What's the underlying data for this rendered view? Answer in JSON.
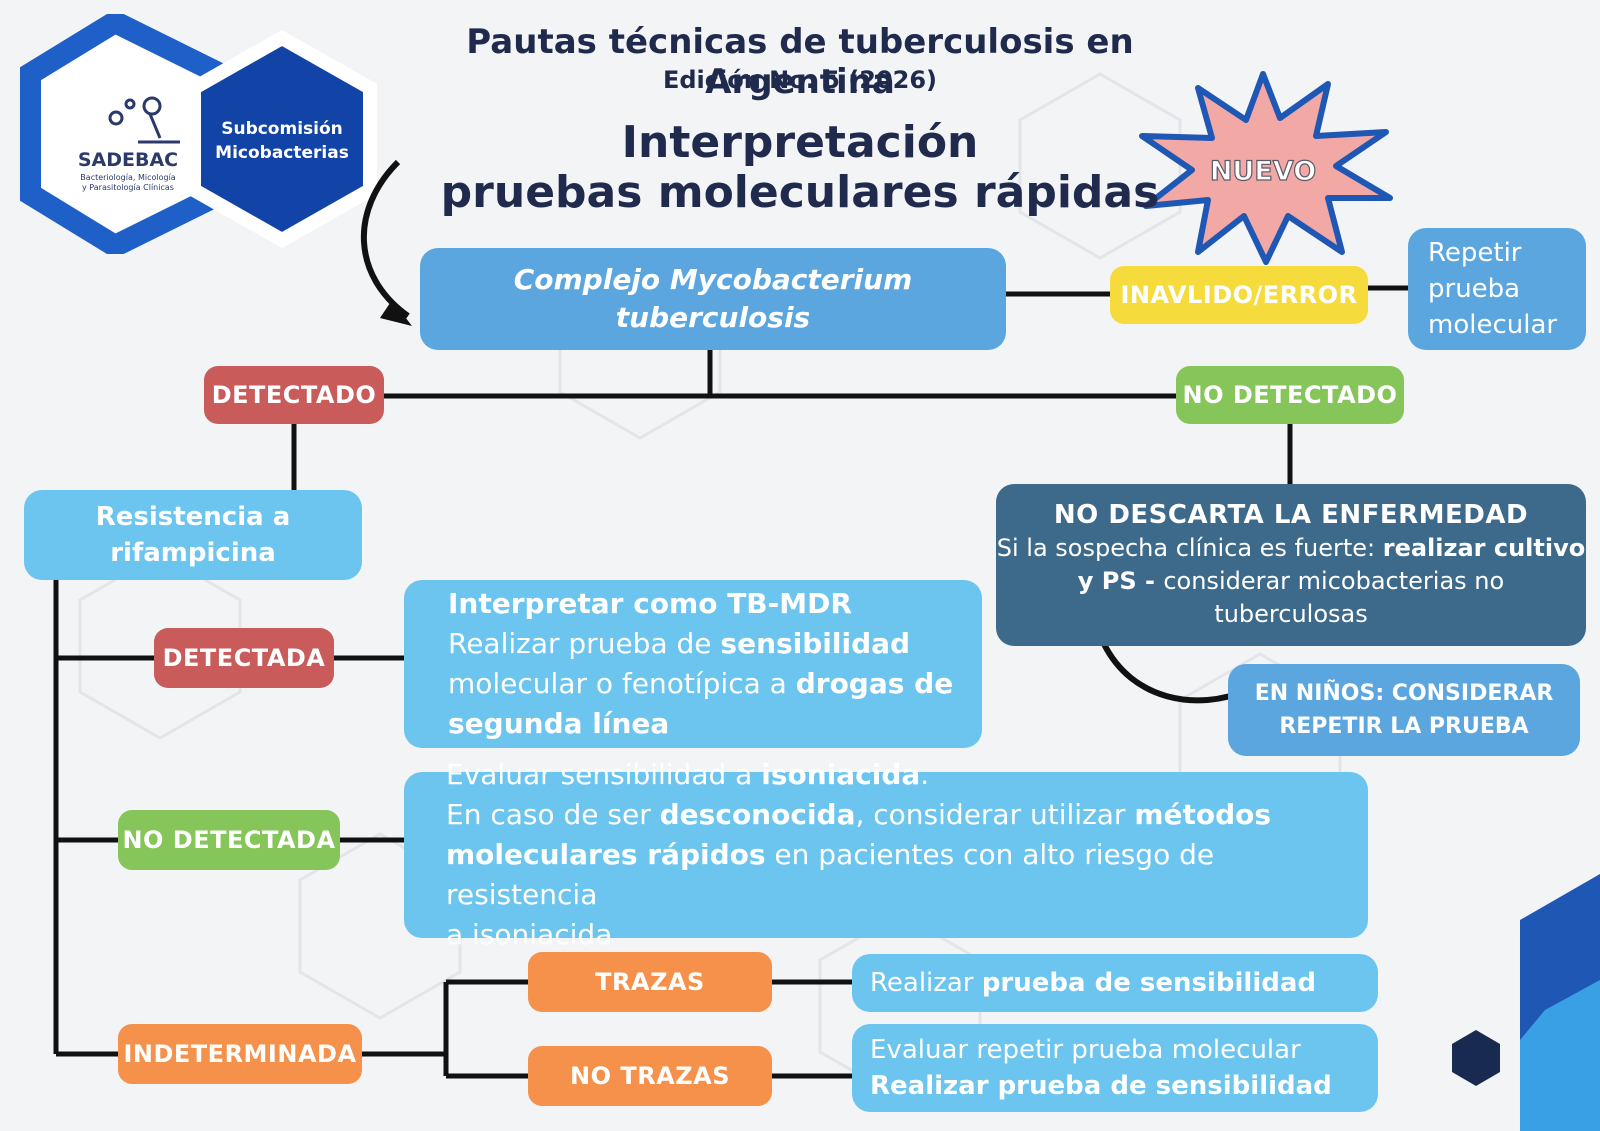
{
  "header": {
    "title": "Pautas técnicas de tuberculosis en Argentina",
    "edition": "Edición No. 5 (2026)",
    "heading_line1": "Interpretación",
    "heading_line2": "pruebas moleculares rápidas",
    "new_badge": "NUEVO"
  },
  "logos": {
    "sadebac_name": "SADEBAC",
    "sadebac_caption1": "Bacteriología, Micología",
    "sadebac_caption2": "y Parasitología Clínicas",
    "subcommission_line1": "Subcomisión",
    "subcommission_line2": "Micobacterias"
  },
  "root": {
    "line1": "Complejo Mycobacterium",
    "line2": "tuberculosis"
  },
  "invalid": {
    "label": "INAVLIDO/ERROR",
    "action_line1": "Repetir",
    "action_line2": "prueba",
    "action_line3": "molecular"
  },
  "detected": {
    "label": "DETECTADO",
    "rif_line1": "Resistencia a",
    "rif_line2": "rifampicina",
    "branches": {
      "detectada": {
        "label": "DETECTADA",
        "line1": "Interpretar como TB-MDR",
        "line2_a": "Realizar prueba de ",
        "line2_b": "sensibilidad",
        "line3_a": "molecular o fenotípica a ",
        "line3_b": "drogas de",
        "line4": "segunda línea"
      },
      "no_detectada": {
        "label": "NO DETECTADA",
        "line1_a": "Evaluar sensibilidad a ",
        "line1_b": "isoniacida",
        "line1_c": ".",
        "line2_a": "En caso de ser ",
        "line2_b": "desconocida",
        "line2_c": ", considerar utilizar ",
        "line2_d": "métodos",
        "line3_a": "moleculares rápidos",
        "line3_b": " en pacientes con alto riesgo de resistencia",
        "line4": "a isoniacida"
      },
      "indeterminada": {
        "label": "INDETERMINADA",
        "trazas_label": "TRAZAS",
        "trazas_a": "Realizar ",
        "trazas_b": "prueba de sensibilidad",
        "notrazas_label": "NO TRAZAS",
        "notrazas_line1": "Evaluar repetir prueba molecular",
        "notrazas_line2": "Realizar prueba de sensibilidad"
      }
    }
  },
  "not_detected": {
    "label": "NO DETECTADO",
    "heading": "NO DESCARTA LA ENFERMEDAD",
    "line1_a": "Si la sospecha clínica es fuerte: ",
    "line1_b": "realizar cultivo",
    "line2_a": "y PS - ",
    "line2_b": "considerar micobacterias no",
    "line3": "tuberculosas",
    "kids_line1": "EN NIÑOS: CONSIDERAR",
    "kids_line2": "REPETIR LA PRUEBA"
  },
  "colors": {
    "navy": "#1f2a4d",
    "detected_red": "#c95b5b",
    "not_detected_green": "#86c55a",
    "indeterminate_orange": "#f5914a",
    "invalid_yellow": "#f5dc3c",
    "box_blue": "#6bc5ef",
    "dark_box": "#3d6a8a",
    "badge_pink": "#f2a9a6",
    "badge_blue": "#1f57b5"
  }
}
